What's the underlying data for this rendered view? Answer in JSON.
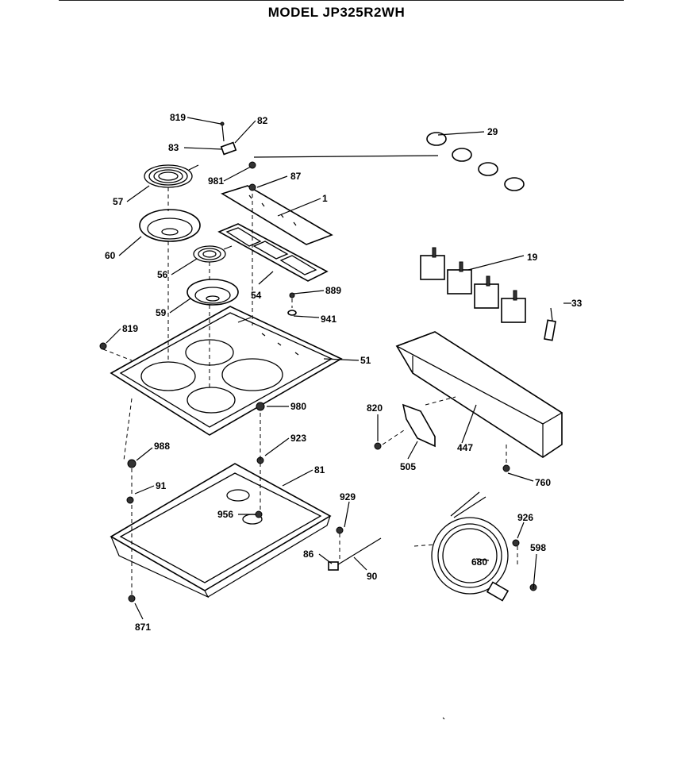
{
  "title": "MODEL JP325R2WH",
  "labels": {
    "l819a": "819",
    "l82": "82",
    "l83": "83",
    "l29": "29",
    "l981": "981",
    "l87": "87",
    "l57": "57",
    "l1": "1",
    "l60": "60",
    "l19": "19",
    "l56": "56",
    "l54": "54",
    "l889": "889",
    "l33": "33",
    "l59": "59",
    "l941": "941",
    "l819b": "819",
    "l51": "51",
    "l980": "980",
    "l820": "820",
    "l923": "923",
    "l988": "988",
    "l447": "447",
    "l505": "505",
    "l81": "81",
    "l91": "91",
    "l760": "760",
    "l929": "929",
    "l956": "956",
    "l926": "926",
    "l598": "598",
    "l86": "86",
    "l680": "680",
    "l90": "90",
    "l871": "871"
  }
}
